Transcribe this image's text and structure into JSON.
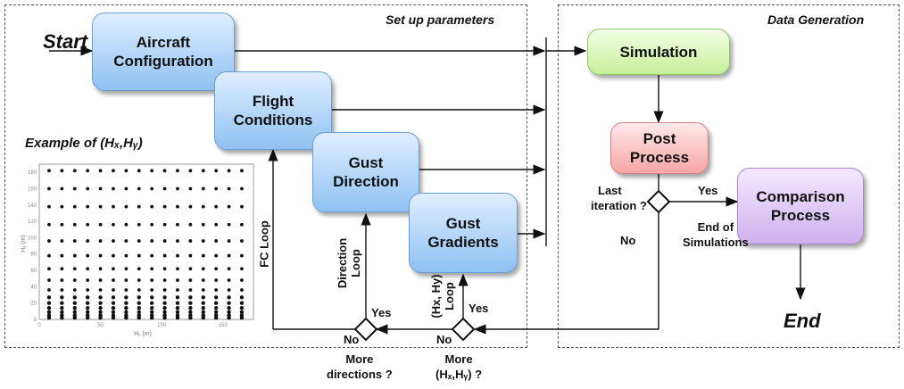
{
  "regions": {
    "setup_title": "Set up parameters",
    "data_title": "Data Generation"
  },
  "terminals": {
    "start": "Start",
    "end": "End"
  },
  "boxes": {
    "aircraft_line1": "Aircraft",
    "aircraft_line2": "Configuration",
    "flight_line1": "Flight",
    "flight_line2": "Conditions",
    "gustdir_line1": "Gust",
    "gustdir_line2": "Direction",
    "gustgrad_line1": "Gust",
    "gustgrad_line2": "Gradients",
    "simulation": "Simulation",
    "post_line1": "Post",
    "post_line2": "Process",
    "comparison_line1": "Comparison",
    "comparison_line2": "Process"
  },
  "labels": {
    "last_line1": "Last",
    "last_line2": "iteration ?",
    "yes": "Yes",
    "no": "No",
    "end_line1": "End of",
    "end_line2": "Simulations",
    "fc_loop": "FC Loop",
    "direction_loop_line1": "Direction",
    "direction_loop_line2": "Loop",
    "hxhy_loop_line1": "(Hx, Hy)",
    "hxhy_loop_line2": "Loop",
    "more_directions_line1": "More",
    "more_directions_line2": "directions ?",
    "more_hxhy_line1": "More",
    "more_hxhy_line2": "(Hₓ,Hᵧ) ?"
  },
  "example": {
    "title": "Example of  (Hₓ,Hᵧ)",
    "yticks": [
      "180",
      "160",
      "140",
      "120",
      "100",
      "80",
      "60",
      "40",
      "20",
      "0"
    ],
    "xticks": [
      "0",
      "50",
      "100",
      "150"
    ],
    "ylabel": "Hᵧ (m)",
    "xlabel": "Hₓ (m)"
  }
}
